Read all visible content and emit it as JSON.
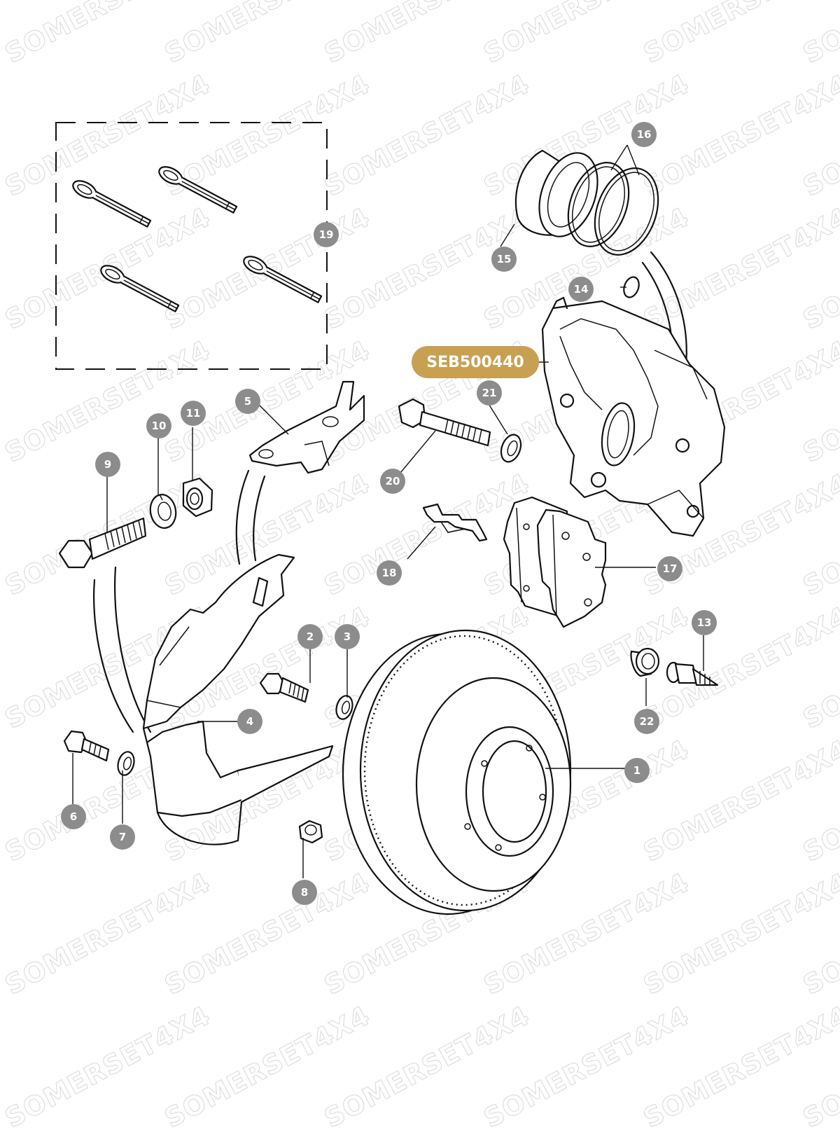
{
  "watermark": "SOMERSET4X4",
  "highlight_part": "SEB500440",
  "colors": {
    "callout_bg": "#8c8c8c",
    "highlight_bg": "#c7a052",
    "line": "#111111",
    "watermark": "#e2e2e2"
  },
  "callouts": [
    {
      "id": "1",
      "label": "1"
    },
    {
      "id": "2",
      "label": "2"
    },
    {
      "id": "3",
      "label": "3"
    },
    {
      "id": "4",
      "label": "4"
    },
    {
      "id": "5",
      "label": "5"
    },
    {
      "id": "6",
      "label": "6"
    },
    {
      "id": "7",
      "label": "7"
    },
    {
      "id": "8",
      "label": "8"
    },
    {
      "id": "9",
      "label": "9"
    },
    {
      "id": "10",
      "label": "10"
    },
    {
      "id": "11",
      "label": "11"
    },
    {
      "id": "13",
      "label": "13"
    },
    {
      "id": "14",
      "label": "14"
    },
    {
      "id": "15",
      "label": "15"
    },
    {
      "id": "16",
      "label": "16"
    },
    {
      "id": "17",
      "label": "17"
    },
    {
      "id": "18",
      "label": "18"
    },
    {
      "id": "19",
      "label": "19"
    },
    {
      "id": "20",
      "label": "20"
    },
    {
      "id": "21",
      "label": "21"
    },
    {
      "id": "22",
      "label": "22"
    }
  ]
}
